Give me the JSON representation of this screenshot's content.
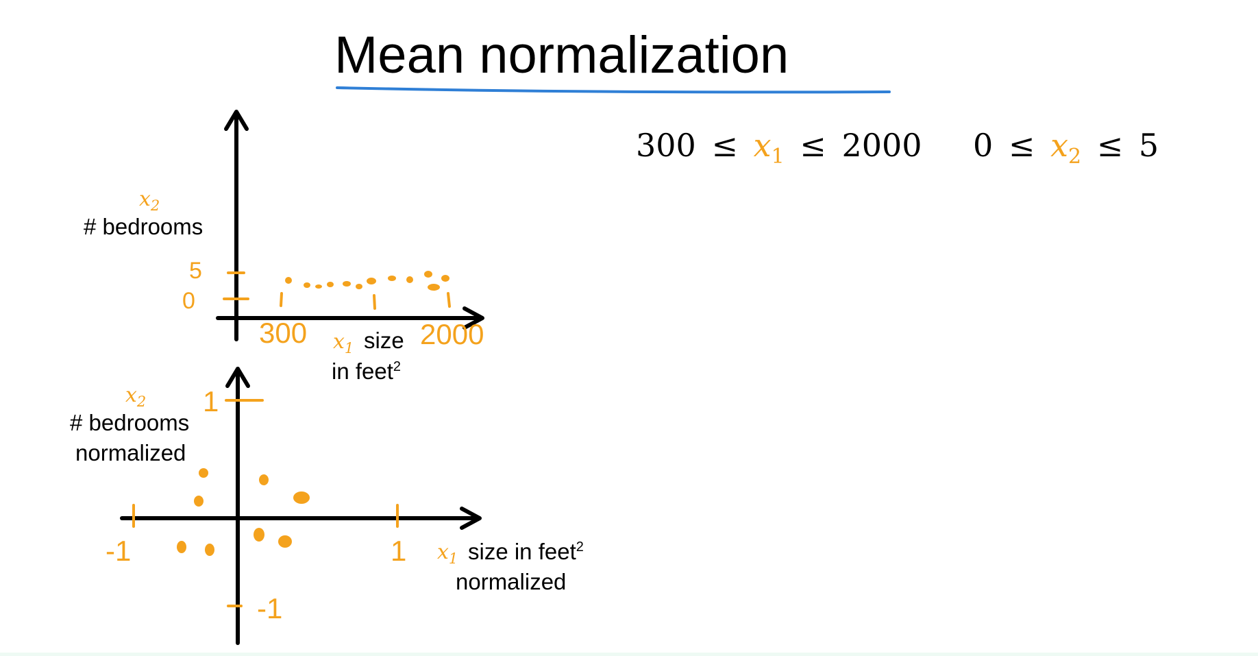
{
  "title": "Mean normalization",
  "colors": {
    "accent": "#f4a21d",
    "underline": "#2f7fd6",
    "ink": "#000000"
  },
  "ranges": {
    "x1": {
      "low": "300",
      "op1": "≤",
      "var": "x",
      "sub": "1",
      "op2": "≤",
      "high": "2000"
    },
    "x2": {
      "low": "0",
      "op1": "≤",
      "var": "x",
      "sub": "2",
      "op2": "≤",
      "high": "5"
    }
  },
  "top_plot": {
    "y_var": "x",
    "y_sub": "2",
    "y_label": "# bedrooms",
    "y_tick_top": "5",
    "y_tick_bottom": "0",
    "x_tick_left": "300",
    "x_tick_right": "2000",
    "x_var": "x",
    "x_sub": "1",
    "x_label_line1": "size",
    "x_label_line2": "in feet",
    "x_label_sup": "2"
  },
  "bottom_plot": {
    "y_var": "x",
    "y_sub": "2",
    "y_label_line1": "# bedrooms",
    "y_label_line2": "normalized",
    "y_tick_top": "1",
    "y_tick_bottom": "-1",
    "x_tick_left": "-1",
    "x_tick_right": "1",
    "x_var": "x",
    "x_sub": "1",
    "x_label_line1": "size in feet",
    "x_label_sup": "2",
    "x_label_line2": "normalized"
  }
}
